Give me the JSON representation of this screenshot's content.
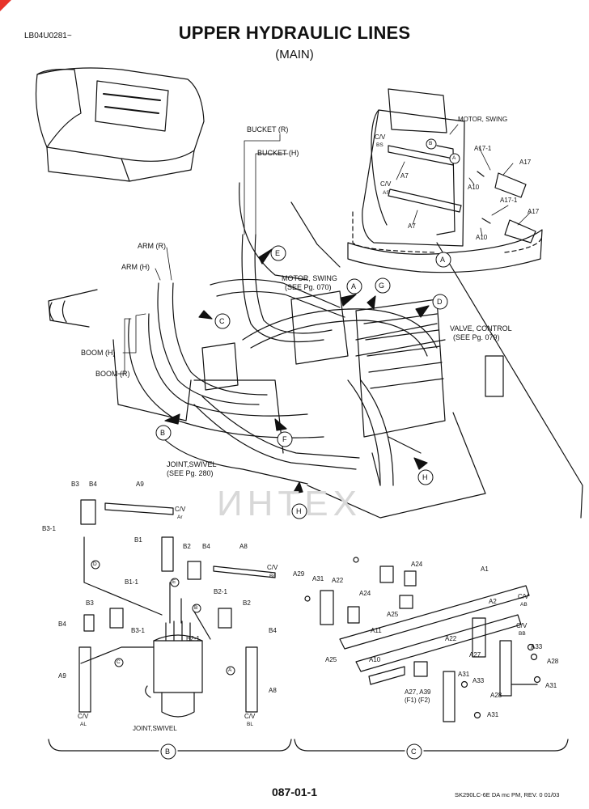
{
  "header": {
    "doc_id": "LB04U0281~",
    "title": "UPPER HYDRAULIC LINES",
    "subtitle": "(MAIN)"
  },
  "footer": {
    "page_number": "087-01-1",
    "revision": "SK290LC-6E DA mc PM, REV. 0 01/03"
  },
  "watermark": "ИНТЕХ",
  "colors": {
    "line": "#111111",
    "watermark": "#d8d8d8",
    "logo_accent": "#e8332a"
  },
  "main_view": {
    "labels": {
      "bucket_r": "BUCKET (R)",
      "bucket_h": "BUCKET (H)",
      "arm_r": "ARM (R)",
      "arm_h": "ARM (H)",
      "boom_h": "BOOM (H)",
      "boom_r": "BOOM (R)",
      "motor_swing": "MOTOR, SWING",
      "motor_swing_ref": "(SEE Pg. 070)",
      "valve_control": "VALVE, CONTROL",
      "valve_control_ref": "(SEE Pg. 079)",
      "joint_swivel": "JOINT,SWIVEL",
      "joint_swivel_ref": "(SEE Pg. 280)"
    },
    "callouts": {
      "a": "A",
      "b": "B",
      "c": "C",
      "d": "D",
      "e": "E",
      "f": "F",
      "g": "G",
      "h1": "H",
      "h2": "H"
    }
  },
  "detail_a": {
    "title": "MOTOR, SWING",
    "section": "A",
    "parts": {
      "a7_1": "A7",
      "a7_2": "A7",
      "a10_1": "A10",
      "a10_2": "A10",
      "a17_1": "A17",
      "a17_2": "A17",
      "a171_1": "A17-1",
      "a171_2": "A17-1"
    },
    "ports": {
      "cv1": "C/V",
      "bs": "BS",
      "cv2": "C/V",
      "as": "AS",
      "b": "B",
      "a": "A"
    }
  },
  "detail_b": {
    "section": "B",
    "caption": "JOINT,SWIVEL",
    "parts": {
      "b3a": "B3",
      "b4a": "B4",
      "a9a": "A9",
      "b31a": "B3-1",
      "b1": "B1",
      "b2a": "B2",
      "b4b": "B4",
      "a8a": "A8",
      "b11": "B1-1",
      "b21a": "B2-1",
      "b3b": "B3",
      "b2b": "B2",
      "b4c": "B4",
      "b31b": "B3-1",
      "b4d": "B4",
      "b21b": "B2-1",
      "a9b": "A9",
      "a8b": "A8"
    },
    "ports": {
      "cv_ar": "C/V",
      "ar": "Ar",
      "cv_br": "C/V",
      "br": "Br",
      "cv_al": "C/V",
      "al": "AL",
      "cv_bl": "C/V",
      "bl": "BL",
      "d": "D",
      "e": "E",
      "b": "B",
      "c": "C",
      "a": "A"
    }
  },
  "detail_c": {
    "section": "C",
    "parts": {
      "a24a": "A24",
      "a29": "A29",
      "a31a": "A31",
      "a22a": "A22",
      "a1": "A1",
      "a24b": "A24",
      "a2": "A2",
      "a25a": "A25",
      "a11": "A11",
      "a22b": "A22",
      "a25b": "A25",
      "a10": "A10",
      "a27a": "A27",
      "a33a": "A33",
      "a28a": "A28",
      "a31b": "A31",
      "a33b": "A33",
      "a31c": "A31",
      "a28b": "A28",
      "a31d": "A31",
      "a2739": "A27, A39",
      "f1f2": "(F1)  (F2)"
    },
    "ports": {
      "cv_ab": "C/V",
      "ab": "AB",
      "cv_bb": "C/V",
      "bb": "BB"
    }
  }
}
